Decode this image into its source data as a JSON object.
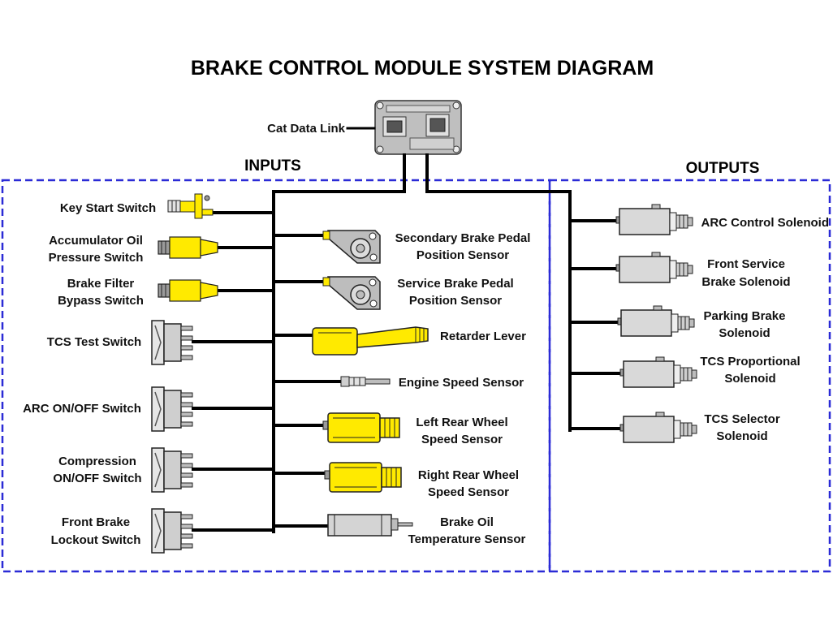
{
  "title": "BRAKE CONTROL MODULE SYSTEM DIAGRAM",
  "data_link": "Cat Data Link",
  "inputs_heading": "INPUTS",
  "outputs_heading": "OUTPUTS",
  "colors": {
    "group_border": "#2b2bd6",
    "sensor_yellow": "#ffea00",
    "component_gray": "#d4d4d4",
    "wire": "#000000"
  },
  "inputs": {
    "left": [
      {
        "lines": [
          "Key Start Switch"
        ]
      },
      {
        "lines": [
          "Accumulator Oil",
          "Pressure Switch"
        ]
      },
      {
        "lines": [
          "Brake Filter",
          "Bypass Switch"
        ]
      },
      {
        "lines": [
          "TCS Test Switch"
        ]
      },
      {
        "lines": [
          "ARC ON/OFF Switch"
        ]
      },
      {
        "lines": [
          "Compression",
          "ON/OFF Switch"
        ]
      },
      {
        "lines": [
          "Front Brake",
          "Lockout Switch"
        ]
      }
    ],
    "right": [
      {
        "lines": [
          "Secondary Brake Pedal",
          "Position Sensor"
        ]
      },
      {
        "lines": [
          "Service Brake Pedal",
          "Position Sensor"
        ]
      },
      {
        "lines": [
          "Retarder Lever"
        ]
      },
      {
        "lines": [
          "Engine Speed Sensor"
        ]
      },
      {
        "lines": [
          "Left Rear Wheel",
          "Speed Sensor"
        ]
      },
      {
        "lines": [
          "Right Rear Wheel",
          "Speed Sensor"
        ]
      },
      {
        "lines": [
          "Brake Oil",
          "Temperature Sensor"
        ]
      }
    ]
  },
  "outputs": [
    {
      "lines": [
        "ARC Control Solenoid"
      ]
    },
    {
      "lines": [
        "Front Service",
        "Brake Solenoid"
      ]
    },
    {
      "lines": [
        "Parking Brake",
        "Solenoid"
      ]
    },
    {
      "lines": [
        "TCS Proportional",
        "Solenoid"
      ]
    },
    {
      "lines": [
        "TCS Selector",
        "Solenoid"
      ]
    }
  ]
}
